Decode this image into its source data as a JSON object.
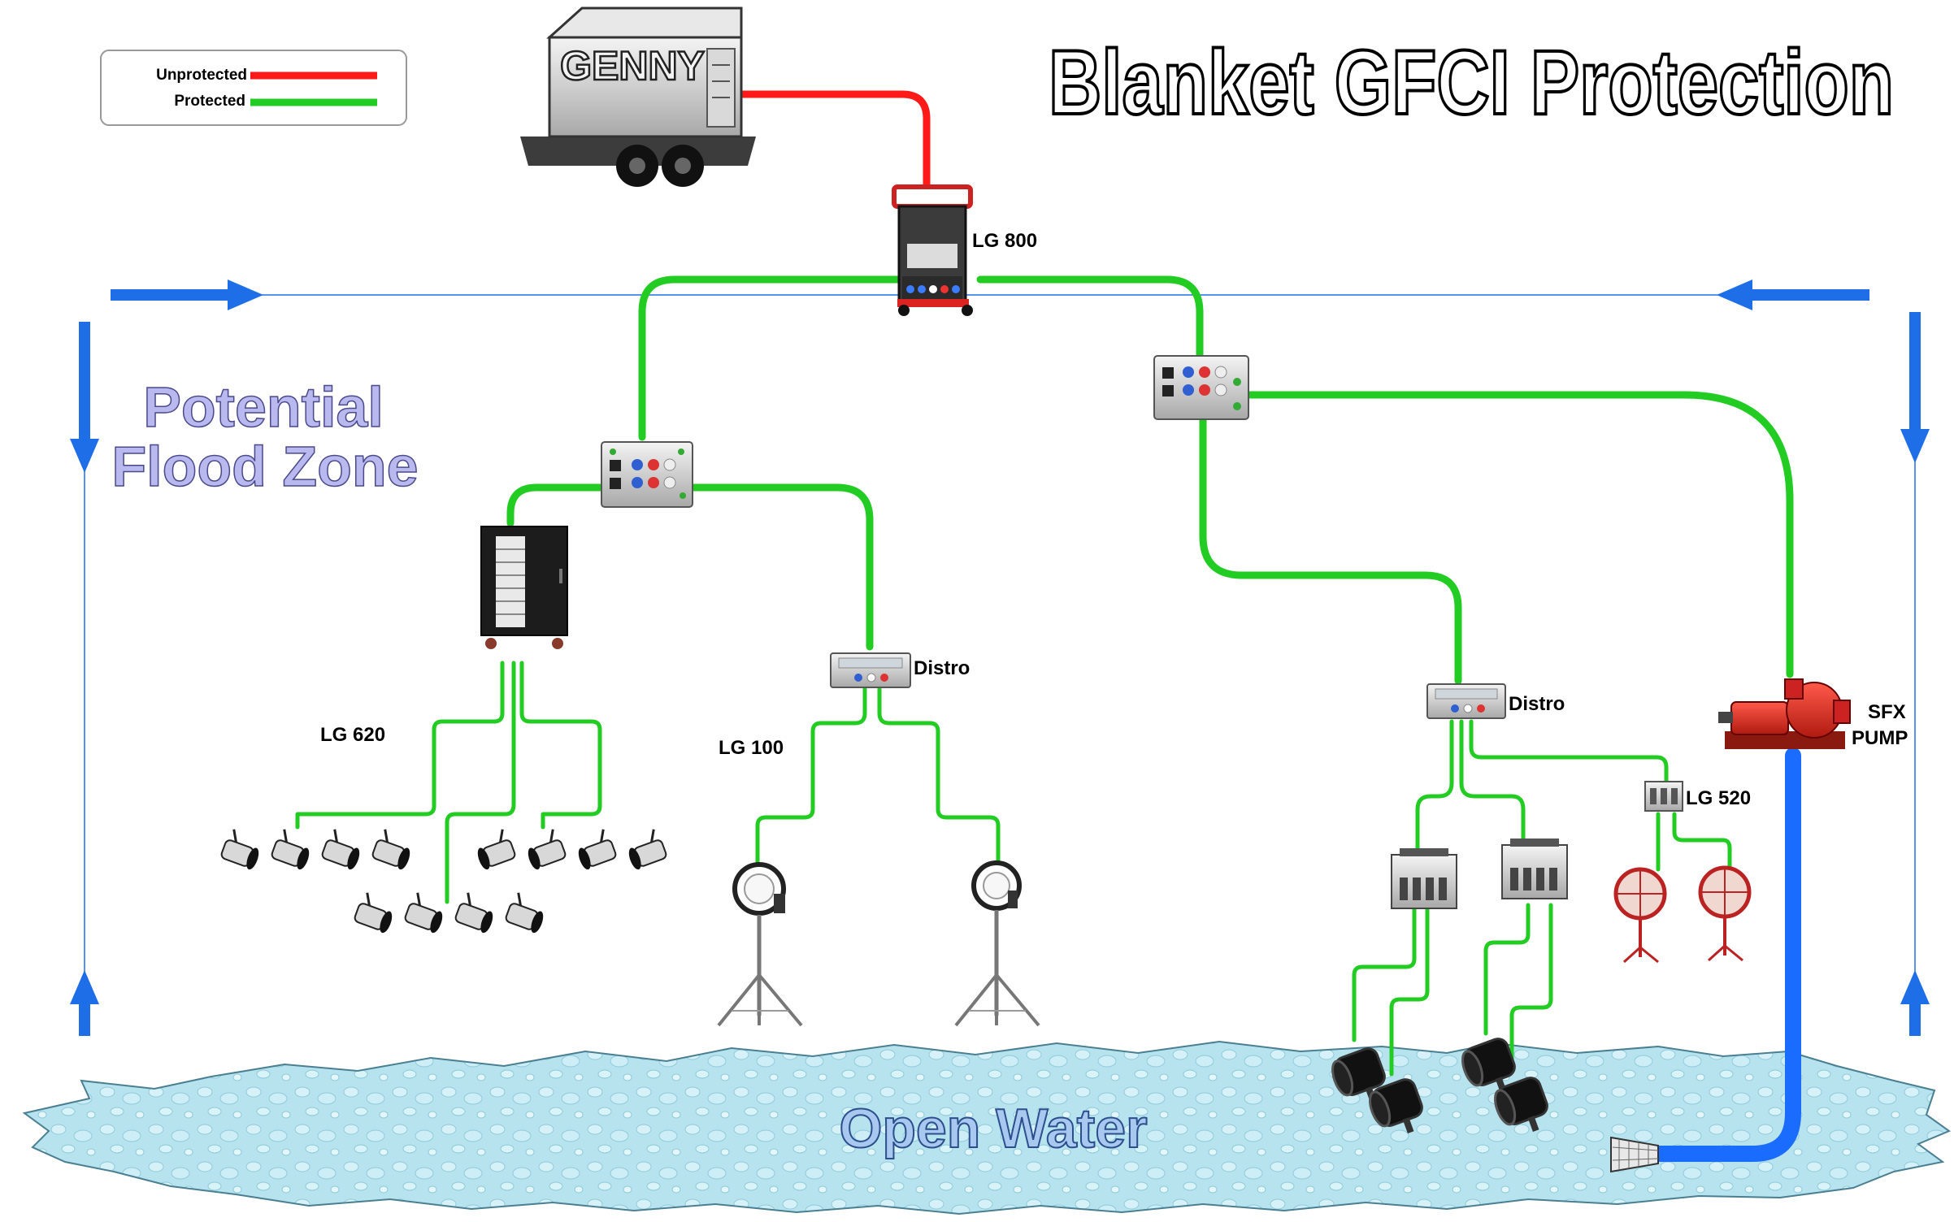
{
  "title": "Blanket GFCI Protection",
  "legend": {
    "unprotected_label": "Unprotected",
    "protected_label": "Protected",
    "unprotected_color": "#ff1a1a",
    "protected_color": "#22cc22"
  },
  "generator": {
    "label": "GENNY"
  },
  "labels": {
    "lg800": "LG 800",
    "lg620": "LG 620",
    "lg100": "LG 100",
    "lg520": "LG 520",
    "distro_left": "Distro",
    "distro_right": "Distro",
    "sfx_line1": "SFX",
    "sfx_line2": "PUMP"
  },
  "zones": {
    "flood_line1": "Potential",
    "flood_line2": "Flood Zone",
    "water": "Open Water"
  },
  "colors": {
    "cable_protected": "#22cc22",
    "cable_unprotected": "#ff1a1a",
    "arrows": "#1e6ee8",
    "pump_hose": "#1a6cff",
    "water": "#b7e3ee"
  },
  "icons": [
    "generator-trailer-icon",
    "lg800-distro-icon",
    "breakout-box-icon",
    "dimmer-rack-icon",
    "distro-box-icon",
    "par-can-icon",
    "hmi-light-icon",
    "underwater-light-icon",
    "fan-icon",
    "dimmer-pack-icon",
    "pump-icon",
    "strainer-icon",
    "arrow-icon"
  ]
}
